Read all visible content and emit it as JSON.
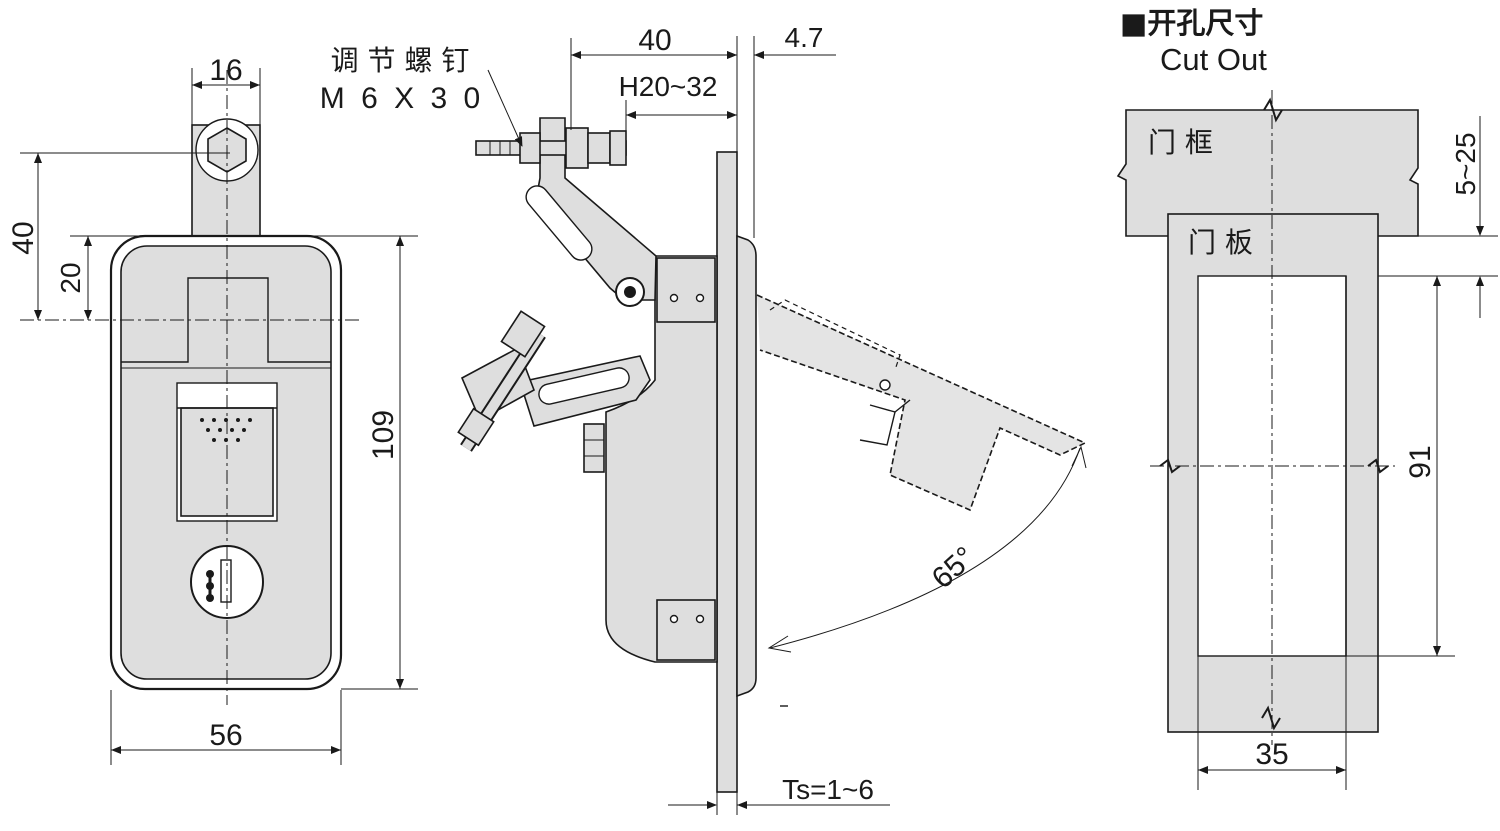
{
  "front_view": {
    "dim_width": "56",
    "dim_top_width": "16",
    "dim_height": "109",
    "dim_40": "40",
    "dim_20": "20"
  },
  "side_view": {
    "screw_label_line1": "调 节 螺 钉",
    "screw_label_line2": "M 6 X 3 0",
    "dim_40": "40",
    "dim_4_7": "4.7",
    "dim_h_range": "H20~32",
    "angle": "65°",
    "ts_range": "Ts=1~6"
  },
  "cutout": {
    "title_cn": "■开孔尺寸",
    "title_en": "Cut Out",
    "door_frame": "门 框",
    "door_panel": "门 板",
    "dim_5_25": "5~25",
    "dim_91": "91",
    "dim_35": "35"
  }
}
